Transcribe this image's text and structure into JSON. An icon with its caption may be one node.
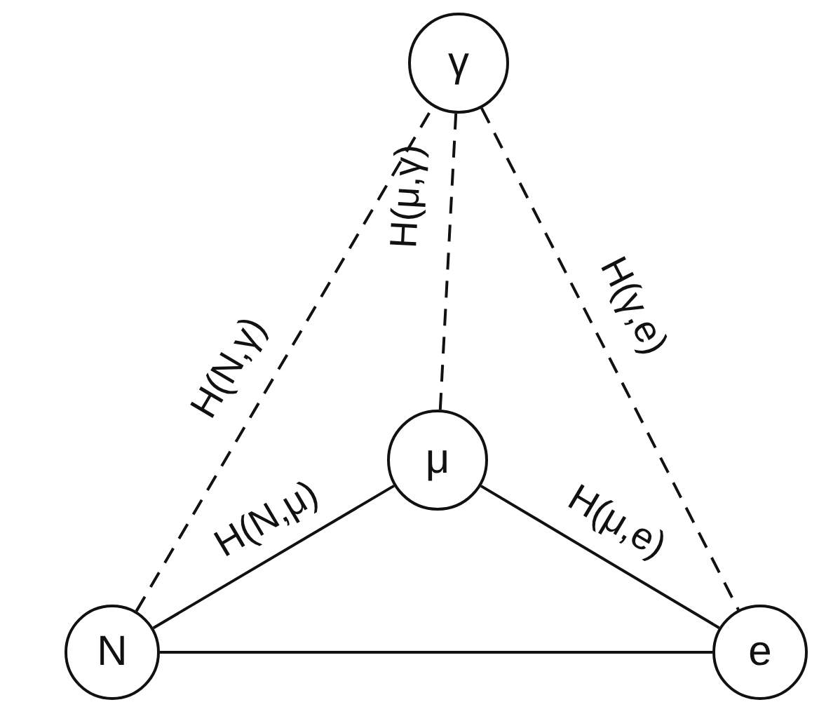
{
  "diagram": {
    "nodes": [
      {
        "text": [
          "γ"
        ]
      },
      {
        "text": [
          "μ"
        ]
      },
      {
        "text": [
          "N"
        ]
      },
      {
        "text": [
          "e"
        ]
      }
    ],
    "edges": [
      {
        "from": 2,
        "to": 0,
        "arrow": "none",
        "label": "H(N,γ)",
        "style": "dashed"
      },
      {
        "from": 1,
        "to": 0,
        "arrow": "none",
        "label": "H(μ,γ)",
        "style": "dashed"
      },
      {
        "from": 0,
        "to": 3,
        "arrow": "none",
        "label": "H(γ,e)",
        "style": "dashed"
      },
      {
        "from": 2,
        "to": 1,
        "arrow": "none",
        "label": "H(N,μ)"
      },
      {
        "from": 1,
        "to": 3,
        "arrow": "none",
        "label": "H(μ,e)"
      },
      {
        "from": 2,
        "to": 3,
        "arrow": "none"
      }
    ]
  }
}
